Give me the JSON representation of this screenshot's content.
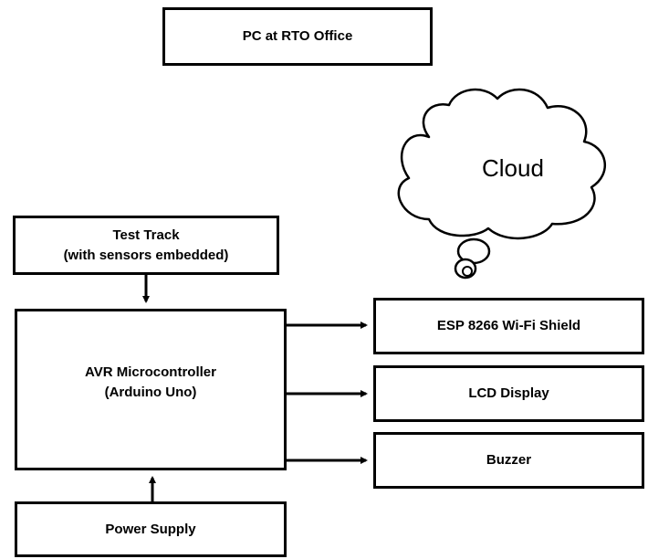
{
  "pc_box": {
    "label": "PC at RTO Office"
  },
  "cloud": {
    "label": "Cloud"
  },
  "test_track": {
    "line1": "Test Track",
    "line2": "(with sensors embedded)"
  },
  "microcontroller": {
    "line1": "AVR Microcontroller",
    "line2": "(Arduino Uno)"
  },
  "power_supply": {
    "label": "Power Supply"
  },
  "esp_shield": {
    "label": "ESP 8266 Wi-Fi Shield"
  },
  "lcd": {
    "label": "LCD Display"
  },
  "buzzer": {
    "label": "Buzzer"
  }
}
